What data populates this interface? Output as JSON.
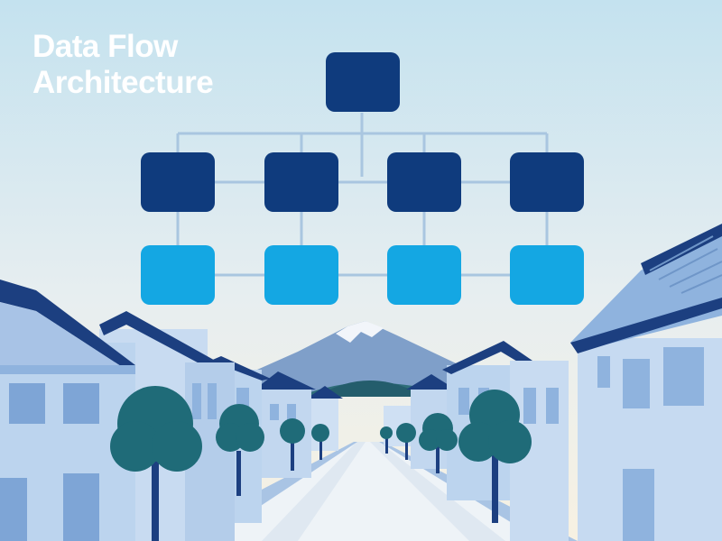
{
  "title": {
    "line1": "Data Flow",
    "line2": "Architecture"
  },
  "diagram": {
    "levels": [
      {
        "level": 0,
        "count": 1,
        "color": "#0f3b7d"
      },
      {
        "level": 1,
        "count": 4,
        "color": "#0f3b7d"
      },
      {
        "level": 2,
        "count": 4,
        "color": "#14a7e3"
      }
    ],
    "connector_color": "#a9c6e0"
  },
  "colors": {
    "sky_top": "#c6e3f0",
    "sky_bottom": "#f6f2e4",
    "navy": "#1c3f80",
    "house_light": "#bcd4ee",
    "house_mid": "#8fb3de",
    "tree_teal": "#1f6b78",
    "mountain": "#7f9fc9"
  }
}
